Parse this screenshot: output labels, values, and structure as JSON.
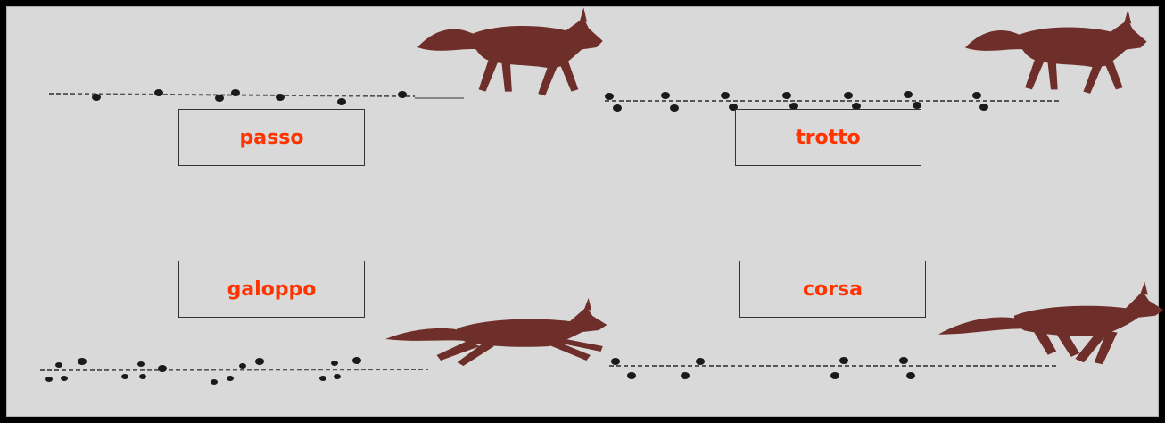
{
  "labels": {
    "passo": "passo",
    "trotto": "trotto",
    "galoppo": "galoppo",
    "corsa": "corsa"
  },
  "colors": {
    "background": "#d9d9d9",
    "frame": "#000000",
    "label_text": "#ff3300",
    "fox": "#6e2e2a",
    "track": "#555555",
    "footprint": "#1a1a1a"
  },
  "icons": [
    "fox-walking-icon",
    "fox-trotting-icon",
    "fox-galloping-icon",
    "fox-running-icon"
  ]
}
